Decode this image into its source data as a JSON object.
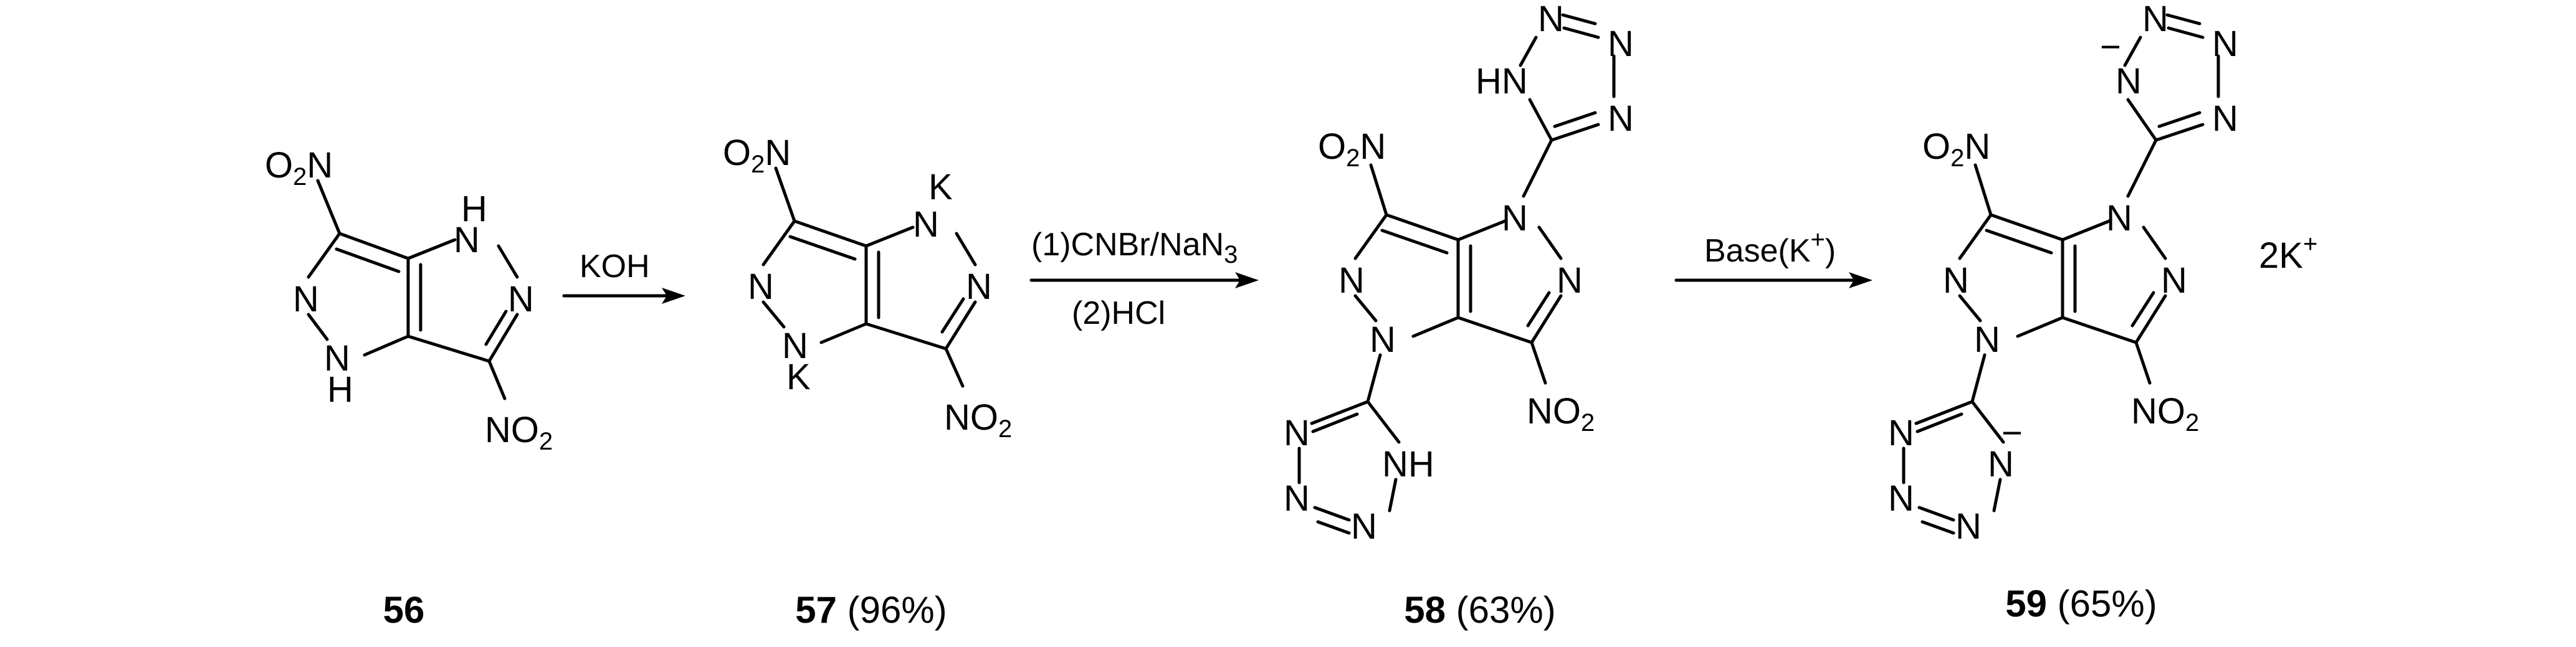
{
  "compounds": [
    {
      "id": "56",
      "yield": ""
    },
    {
      "id": "57",
      "yield": "(96%)"
    },
    {
      "id": "58",
      "yield": "(63%)"
    },
    {
      "id": "59",
      "yield": "(65%)"
    }
  ],
  "arrows": {
    "a1": {
      "above": "KOH"
    },
    "a2": {
      "above": "(1)CNBr/NaN",
      "above_sub": "3",
      "below": "(2)HCl"
    },
    "a3": {
      "above": "Base(K",
      "above_sup": "+",
      "above_tail": ")"
    }
  },
  "atoms": {
    "n": "N",
    "nh": "NH",
    "hn": "HN",
    "h": "H",
    "k": "K",
    "minus": "−"
  },
  "groups": {
    "o2n_o": "O",
    "o2n_n": "N",
    "no2_n": "NO",
    "sub2": "2"
  },
  "counterion": {
    "text": "2K",
    "sup": "+"
  }
}
